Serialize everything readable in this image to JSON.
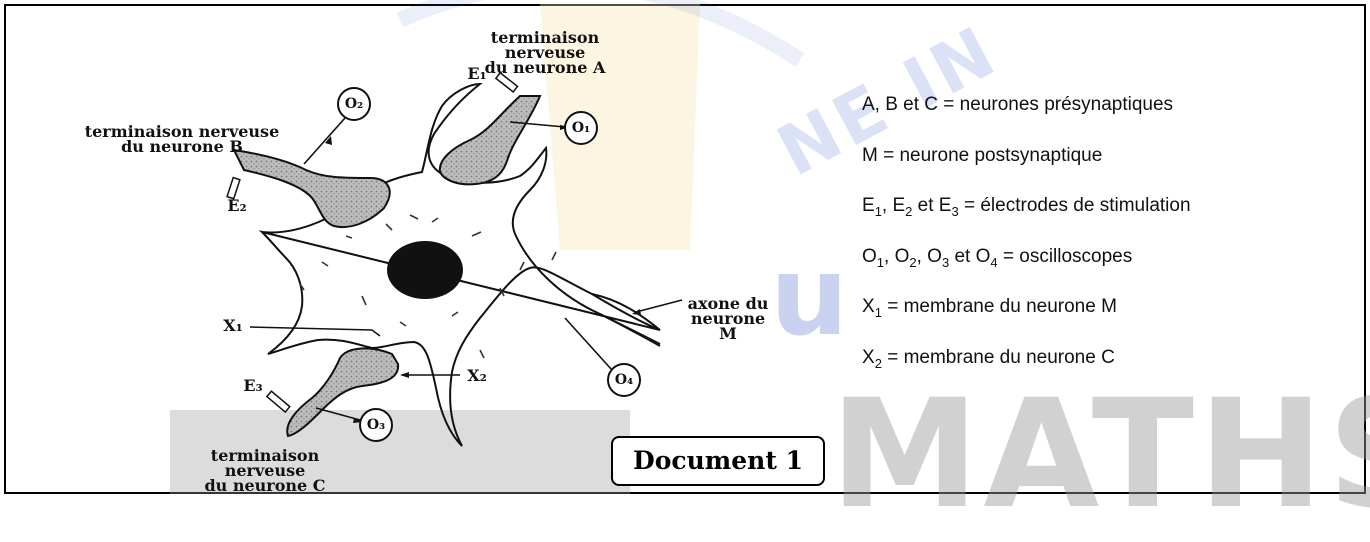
{
  "watermark": {
    "main": "MATHS",
    "arc": "NE IN",
    "side": "u",
    "colors": {
      "blue": "#3f63c9",
      "gold": "#e8c45a",
      "gray": "#9a9a9a"
    }
  },
  "diagram": {
    "labels": {
      "term_a": "terminaison nerveuse\ndu neurone A",
      "term_b": "terminaison nerveuse\ndu neurone B",
      "term_c": "terminaison nerveuse\ndu neurone C",
      "axone_m": "axone du\nneurone M",
      "x1": "X₁",
      "x2": "X₂",
      "e1": "E₁",
      "e2": "E₂",
      "e3": "E₃",
      "o1": "O₁",
      "o2": "O₂",
      "o3": "O₃",
      "o4": "O₄"
    }
  },
  "legend": [
    "A, B et C = neurones présynaptiques",
    "M = neurone postsynaptique",
    "E₁, E₂ et E₃ = électrodes de stimulation",
    "O₁, O₂, O₃ et O₄ = oscilloscopes",
    "X₁ = membrane du neurone M",
    "X₂ = membrane du neurone C"
  ],
  "caption": "Document 1"
}
